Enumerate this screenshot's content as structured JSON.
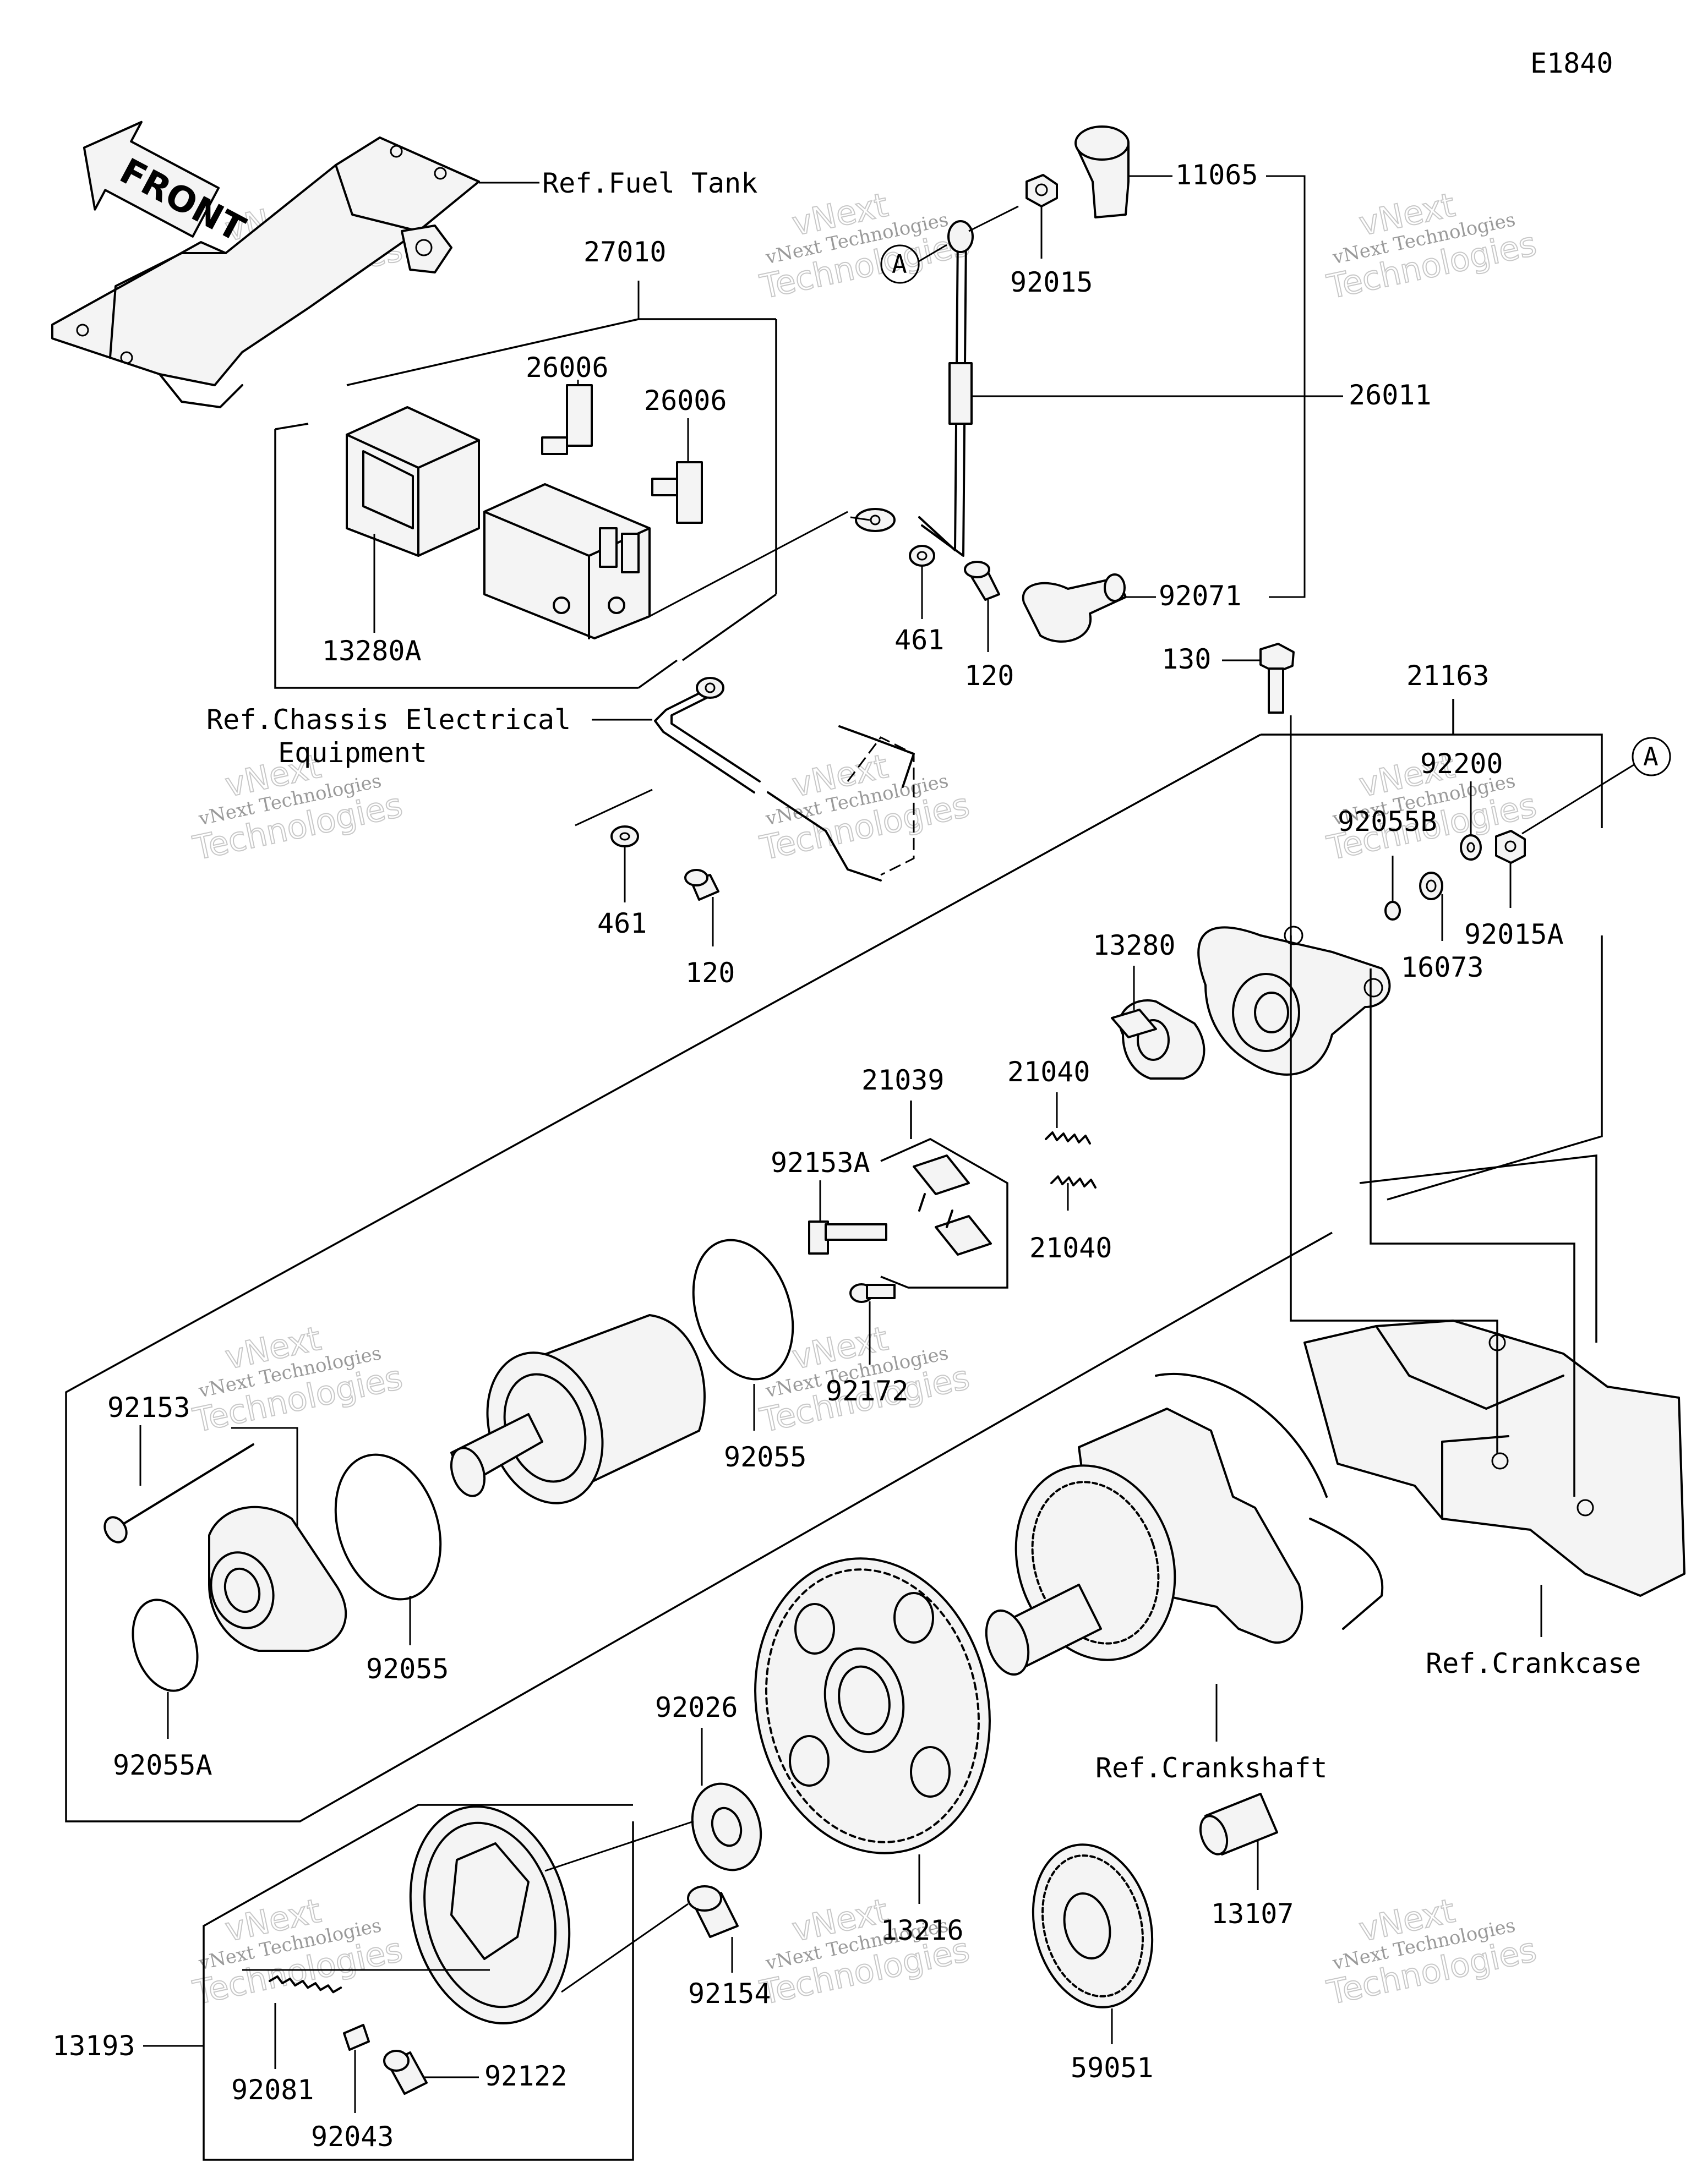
{
  "diagram_code": "E1840",
  "front_label": "FRONT",
  "ref_labels": {
    "fuel_tank": "Ref.Fuel Tank",
    "chassis_line1": "Ref.Chassis Electrical",
    "chassis_line2": "Equipment",
    "crankshaft": "Ref.Crankshaft",
    "crankcase": "Ref.Crankcase"
  },
  "callout_letter": "A",
  "watermark": {
    "line1": "vNext Technologies",
    "line2": "vNext",
    "line3": "Technologies"
  },
  "part_numbers": {
    "p11065": "11065",
    "p92015": "92015",
    "p27010": "27010",
    "p26006_a": "26006",
    "p26006_b": "26006",
    "p26011": "26011",
    "p13280A": "13280A",
    "p92071": "92071",
    "p461_a": "461",
    "p120_a": "120",
    "p130": "130",
    "p21163": "21163",
    "p92200": "92200",
    "p92055B": "92055B",
    "p92015A": "92015A",
    "p16073": "16073",
    "p461_b": "461",
    "p120_b": "120",
    "p13280": "13280",
    "p21040_a": "21040",
    "p21039": "21039",
    "p92153A": "92153A",
    "p21040_b": "21040",
    "p92172": "92172",
    "p92153": "92153",
    "p92055_a": "92055",
    "p92055_b": "92055",
    "p92055A": "92055A",
    "p92026": "92026",
    "p13216": "13216",
    "p13107": "13107",
    "p92154": "92154",
    "p59051": "59051",
    "p13193": "13193",
    "p92081": "92081",
    "p92122": "92122",
    "p92043": "92043"
  }
}
